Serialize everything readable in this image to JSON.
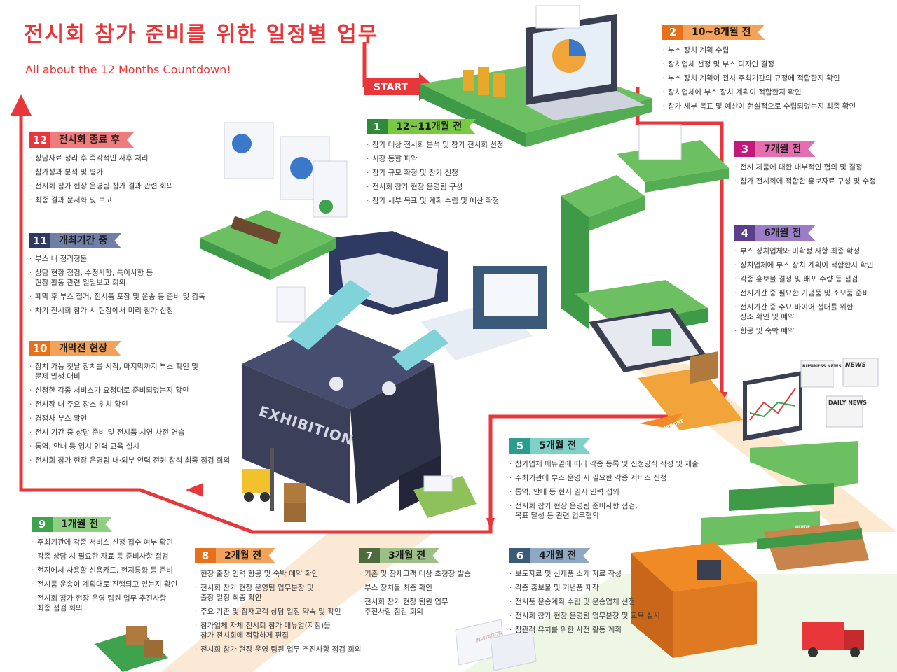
{
  "title": "전시회 참가 준비를 위한 일정별 업무",
  "subtitle": "All about the 12 Months Countdown!",
  "start_label": "START",
  "exhibition_label": "EXHIBITION",
  "airport_label": "AIRPORT",
  "news_labels": [
    "BUSINESS NEWS",
    "NEWS",
    "DAILY NEWS"
  ],
  "invitation_label": "INVITATION",
  "guide_label": "GUIDE",
  "colors": {
    "accent_red": "#e8373a",
    "green": "#3fa34d",
    "orange": "#f08a24",
    "pink": "#d63a8a",
    "purple": "#6b4c9a",
    "navy": "#2f3a63",
    "olive": "#5c8a4a",
    "slate": "#3b5a7a",
    "red": "#e8373a"
  },
  "steps": [
    {
      "num": "1",
      "label": "12~11개월 전",
      "num_color": "#2e8b3c",
      "label_color": "#7ac943",
      "items": [
        "참가 대상 전시회 분석 및 참가 전시회 선정",
        "시장 동향 파악",
        "참가 규모 확정 및 참가 신청",
        "전시회 참가 현장 운영팀 구성",
        "참가 세부 목표 및 계획 수립 및 예산 확정"
      ]
    },
    {
      "num": "2",
      "label": "10~8개월 전",
      "num_color": "#e8701a",
      "label_color": "#f4a259",
      "items": [
        "부스 장치 계획 수립",
        "장치업체 선정 및 부스 디자인 결정",
        "부스 장치 계획이 전시 주최기관의 규정에 적합한지 확인",
        "장치업체에 부스 장치 계획이 적합한지 확인",
        "참가 세부 목표 및 예산이 현실적으로 수립되었는지 최종 확인"
      ]
    },
    {
      "num": "3",
      "label": "7개월 전",
      "num_color": "#c2187a",
      "label_color": "#e36fb0",
      "items": [
        "전시 제품에 대한 내부적인 협의 및 결정",
        "참가 전시회에 적합한 홍보자료 구성 및 수정"
      ]
    },
    {
      "num": "4",
      "label": "6개월 전",
      "num_color": "#5b3f8c",
      "label_color": "#9a7cc7",
      "items": [
        "부스 장치업체와 미확정 사항 최종 확정",
        "장치업체에 부스 장치 계획이 적합한지 확인",
        "각종 홍보물 결정 및 배포 수량 등 점검",
        "전시기간 중 필요한 기념품 및 소모품 준비",
        "전시기간 중 주요 바이어 접대를 위한",
        "항공 및 숙박 예약"
      ],
      "item5_line2": "장소 확인 및 예약"
    },
    {
      "num": "5",
      "label": "5개월 전",
      "num_color": "#2a9d8f",
      "label_color": "#7fd1c7",
      "items": [
        "참가업체 매뉴얼에 따라 각종 등록 및 신청양식 작성 및 제출",
        "주최기관에 부스 운영 시 필요한 각종 서비스 신청",
        "통역, 안내 등 현지 임시 인력 섭외",
        "전시회 참가 현장 운영팀 준비사항 점검,"
      ],
      "item4_line2": "목표 달성 등 관련 업무협의"
    },
    {
      "num": "6",
      "label": "4개월 전",
      "num_color": "#3b5a7a",
      "label_color": "#8fa9c4",
      "items": [
        "보도자료 및 신제품 소개 자료 작성",
        "각종 홍보물 및 기념품 제작",
        "전시품 운송계획 수립 및 운송업체 선정",
        "전시회 참가 현장 운영팀 업무분장 및 교육 실시",
        "참관객 유치를 위한 사전 활동 계획"
      ]
    },
    {
      "num": "7",
      "label": "3개월 전",
      "num_color": "#4d6b3c",
      "label_color": "#9bbf85",
      "items": [
        "기존 및 잠재고객 대상 초청장 발송",
        "부스 장치물 최종 확인",
        "전시회 참가 현장 팀원 업무"
      ],
      "item3_line2": "추진사항 점검 회의"
    },
    {
      "num": "8",
      "label": "2개월 전",
      "num_color": "#e8701a",
      "label_color": "#f4a259",
      "items": [
        "현장 출장 인력 항공 및 숙박 예약 확인",
        "전시회 참가 현장 운영팀 업무분장 및",
        "주요 기존 및 잠재고객 상담 일정 약속 및 확인",
        "참가업체 자체 전시회 참가 매뉴얼(지침)을",
        "전시회 참가 현장 운영 팀원 업무 추진사항 점검 회의"
      ],
      "item2_line2": "출장 일정 최종 확인",
      "item4_line2": "참가 전시회에 적합하게 편집"
    },
    {
      "num": "9",
      "label": "1개월 전",
      "num_color": "#3fa34d",
      "label_color": "#8ed081",
      "items": [
        "주최기관에 각종 서비스 신청 접수 여부 확인",
        "각종 상담 시 필요한 자료 등 준비사항 점검",
        "현지에서 사용할 신용카드, 현지통화 등 준비",
        "전시품 운송이 계획대로 진행되고 있는지 확인",
        "전시회 참가 현장 운영 팀원 업무 추진사항"
      ],
      "item5_line2": "최종 점검 회의"
    },
    {
      "num": "10",
      "label": "개막전 현장",
      "num_color": "#e8701a",
      "label_color": "#f4a259",
      "items": [
        "장치 가능 첫날 장치를 시작, 마지막까지 부스 확인 및",
        "신청한 각종 서비스가 요청대로 준비되었는지 확인",
        "전시장 내 주요 장소 위치 확인",
        "경쟁사 부스 확인",
        "전시 기간 중 상담 준비 및 전시품 시연 사전 연습",
        "통역, 안내 등 임시 인력 교육 실시",
        "전시회 참가 현장 운영팀 내·외부 인력 전원 참석 최종 점검 회의"
      ],
      "item1_line2": "문제 발생 대비"
    },
    {
      "num": "11",
      "label": "개최기간 중",
      "num_color": "#2f3a63",
      "label_color": "#6f7fa8",
      "items": [
        "부스 내 정리정돈",
        "상담 현황 점검, 수정사항, 특이사항 등",
        "폐막 후 부스 철거, 전시품 포장 및 운송 등 준비 및 감독",
        "차기 전시회 참가 시 현장에서 미리 참가 신청"
      ],
      "item2_line2": "현장 활동 관련 일일보고 회의"
    },
    {
      "num": "12",
      "label": "전시회 종료 후",
      "num_color": "#e8373a",
      "label_color": "#f07b7d",
      "items": [
        "상담자료 정리 후 즉각적인 사후 처리",
        "참가성과 분석 및 평가",
        "전시회 참가 현장 운영팀 참가 결과 관련 회의",
        "최종 결과 문서화 및 보고"
      ]
    }
  ]
}
